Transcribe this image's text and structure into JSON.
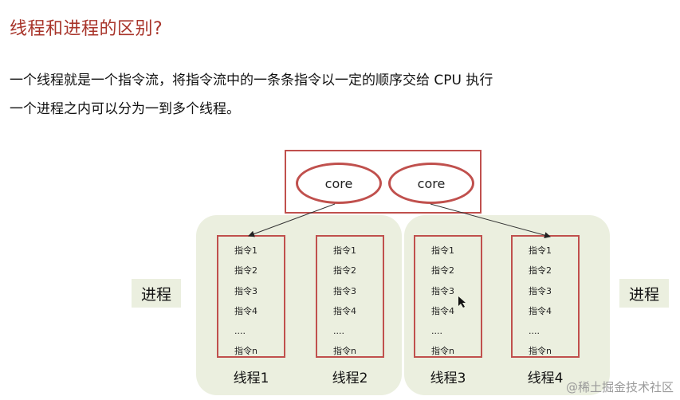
{
  "title": "线程和进程的区别?",
  "lines": [
    "一个线程就是一个指令流，将指令流中的一条条指令以一定的顺序交给 CPU 执行",
    "一个进程之内可以分为一到多个线程。"
  ],
  "cores": [
    "core",
    "core"
  ],
  "process_label": "进程",
  "threads": [
    {
      "label": "线程1",
      "instructions": [
        "指令1",
        "指令2",
        "指令3",
        "指令4",
        "....",
        "指令n"
      ]
    },
    {
      "label": "线程2",
      "instructions": [
        "指令1",
        "指令2",
        "指令3",
        "指令4",
        "....",
        "指令n"
      ]
    },
    {
      "label": "线程3",
      "instructions": [
        "指令1",
        "指令2",
        "指令3",
        "指令4",
        "....",
        "指令n"
      ]
    },
    {
      "label": "线程4",
      "instructions": [
        "指令1",
        "指令2",
        "指令3",
        "指令4",
        "....",
        "指令n"
      ]
    }
  ],
  "watermark": "@稀土掘金技术社区",
  "colors": {
    "accent": "#c0504d",
    "title": "#a8342a",
    "process_bg": "#ebefdf"
  }
}
